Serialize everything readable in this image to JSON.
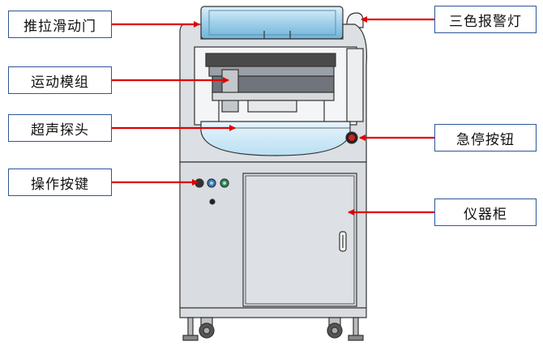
{
  "labels": {
    "sliding_door": "推拉滑动门",
    "motion_module": "运动模组",
    "ultrasonic_probe": "超声探头",
    "control_buttons": "操作按键",
    "tri_color_light": "三色报警灯",
    "emergency_stop": "急停按钮",
    "instrument_cabinet": "仪器柜"
  },
  "colors": {
    "arrow": "#e00000",
    "label_border": "#2f5597",
    "machine_frame": "#d9dce0",
    "machine_outline": "#333333",
    "window_glass": "#cfe9f7",
    "emergency_button": "#d22020"
  }
}
